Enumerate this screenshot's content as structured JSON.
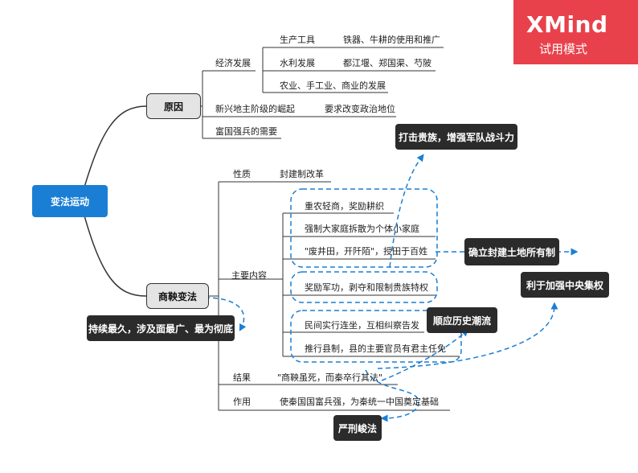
{
  "watermark": {
    "brand": "XMind",
    "mode": "试用模式"
  },
  "root": "变法运动",
  "causes": {
    "title": "原因",
    "economic": "经济发展",
    "production_tools": "生产工具",
    "production_tools_detail": "铁器、牛耕的使用和推广",
    "water": "水利发展",
    "water_detail": "都江堰、郑国渠、芍陂",
    "industry": "农业、手工业、商业的发展",
    "landlord": "新兴地主阶级的崛起",
    "landlord_detail": "要求改变政治地位",
    "strong": "富国强兵的需要"
  },
  "reform": {
    "title": "商鞅变法",
    "nature": "性质",
    "nature_detail": "封建制改革",
    "content": "主要内容",
    "items": [
      "重农轻商，奖励耕织",
      "强制大家庭拆散为个体小家庭",
      "\"废井田，开阡陌\"，授田于百姓",
      "奖励军功，剥夺和限制贵族特权",
      "民间实行连坐，互相纠察告发",
      "推行县制，县的主要官员有君主任免"
    ],
    "result": "结果",
    "result_detail": "\"商鞅虽死，而秦卒行其法\"",
    "effect": "作用",
    "effect_detail": "使秦国国富兵强，为秦统一中国奠定基础"
  },
  "callouts": {
    "attack_nobles": "打击贵族，增强军队战斗力",
    "land_private": "确立封建土地所有制",
    "centralize": "利于加强中央集权",
    "trend": "顺应历史潮流",
    "thorough": "持续最久，涉及面最广、最为彻底",
    "harsh": "严刑峻法"
  }
}
